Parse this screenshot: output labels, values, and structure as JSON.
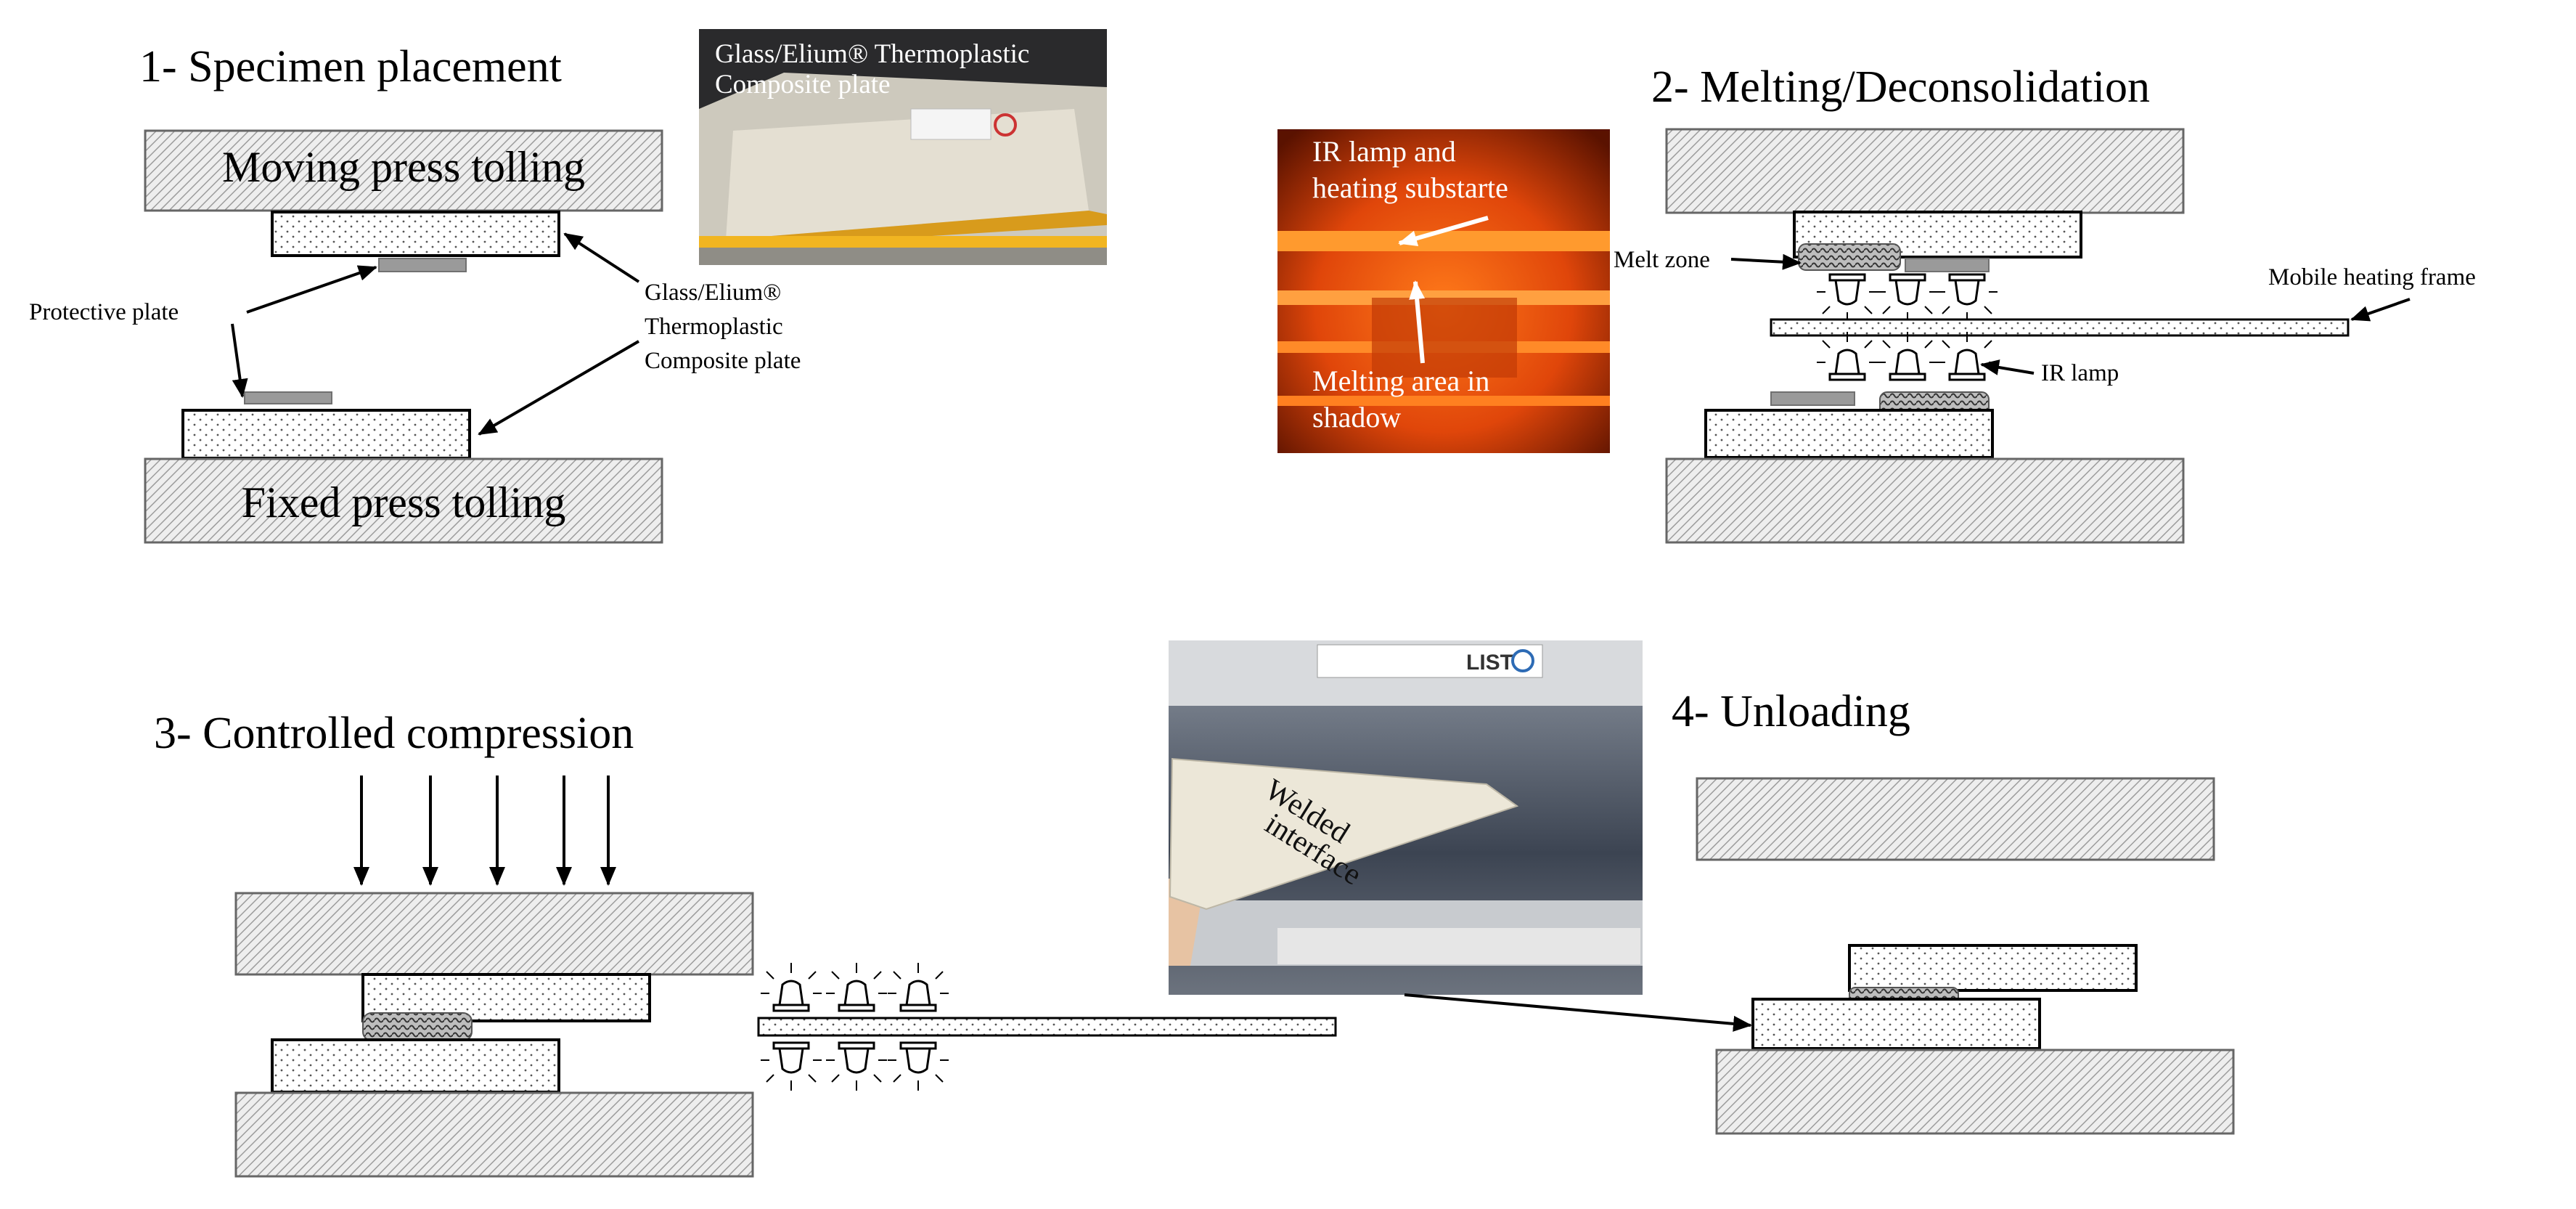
{
  "steps": {
    "step1": {
      "title": "1- Specimen placement",
      "moving_tool": "Moving press tolling",
      "fixed_tool": "Fixed press tolling",
      "protective_plate": "Protective plate",
      "composite_label": [
        "Glass/Elium®",
        "Thermoplastic",
        "Composite plate"
      ],
      "photo_caption": [
        "Glass/Elium® Thermoplastic",
        "Composite plate"
      ]
    },
    "step2": {
      "title": "2- Melting/Deconsolidation",
      "melt_zone": "Melt zone",
      "mobile_frame": "Mobile heating frame",
      "ir_lamp": "IR lamp",
      "photo_text_top": [
        "IR lamp and",
        "heating substarte"
      ],
      "photo_text_bottom": [
        "Melting area in",
        "shadow"
      ]
    },
    "step3": {
      "title": "3- Controlled compression"
    },
    "step4": {
      "title": "4- Unloading",
      "photo_text": [
        "Welded",
        "interface"
      ],
      "photo_sign": "LIST"
    }
  },
  "colors": {
    "tooling_hatch": "#9c9c9c",
    "protective_plate": "#9a9a9a",
    "melt_photo_glow": "#ff5a10"
  }
}
